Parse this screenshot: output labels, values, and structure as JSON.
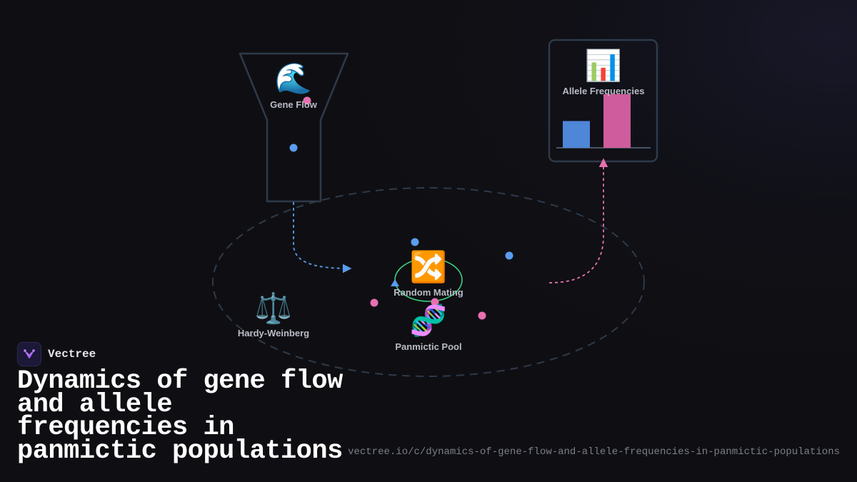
{
  "diagram": {
    "nodes": {
      "gene_flow": {
        "label": "Gene Flow",
        "icon": "wave-icon",
        "glyph": "🌊"
      },
      "allele_frequencies": {
        "label": "Allele Frequencies",
        "icon": "bar-chart-icon",
        "glyph": "📊"
      },
      "random_mating": {
        "label": "Random Mating",
        "icon": "shuffle-icon",
        "glyph": "🔀"
      },
      "hardy_weinberg": {
        "label": "Hardy-Weinberg",
        "icon": "scales-icon",
        "glyph": "⚖️"
      },
      "panmictic_pool": {
        "label": "Panmictic Pool",
        "icon": "dna-icon",
        "glyph": "🧬"
      }
    },
    "colors": {
      "allele_blue": "#5a9cf0",
      "allele_pink": "#e870b0",
      "cycle_green": "#3fcf7f",
      "outline": "#2f3a4a"
    },
    "allele_bars": [
      {
        "allele": "blue",
        "relative_value": 0.5
      },
      {
        "allele": "pink",
        "relative_value": 1.0
      }
    ]
  },
  "brand": {
    "name": "Vectree"
  },
  "title": "Dynamics of gene flow and allele frequencies in panmictic populations",
  "url": "vectree.io/c/dynamics-of-gene-flow-and-allele-frequencies-in-panmictic-populations"
}
